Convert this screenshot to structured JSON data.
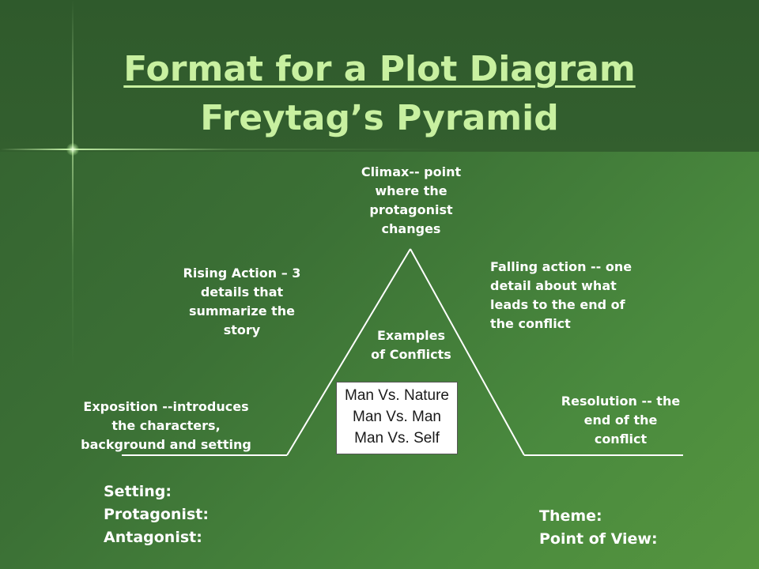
{
  "title": {
    "line1": "Format for a Plot Diagram",
    "line2": "Freytag’s Pyramid"
  },
  "diagram": {
    "climax": [
      "Climax-- point",
      "where the",
      "protagonist",
      "changes"
    ],
    "rising_action": [
      "Rising Action – 3",
      "details that",
      "summarize the",
      "story"
    ],
    "falling_action": [
      "Falling action -- one",
      "detail about what",
      "leads to the end of",
      "the conflict"
    ],
    "examples_heading": [
      "Examples",
      "of Conflicts"
    ],
    "conflicts": [
      "Man Vs. Nature",
      "Man Vs. Man",
      "Man Vs. Self"
    ],
    "exposition": [
      "Exposition --introduces",
      "the characters,",
      "background and setting"
    ],
    "resolution": [
      "Resolution -- the",
      "end of the",
      "conflict"
    ]
  },
  "footer": {
    "left": [
      "Setting:",
      "Protagonist:",
      "Antagonist:"
    ],
    "right": [
      "Theme:",
      "Point of View:"
    ]
  }
}
